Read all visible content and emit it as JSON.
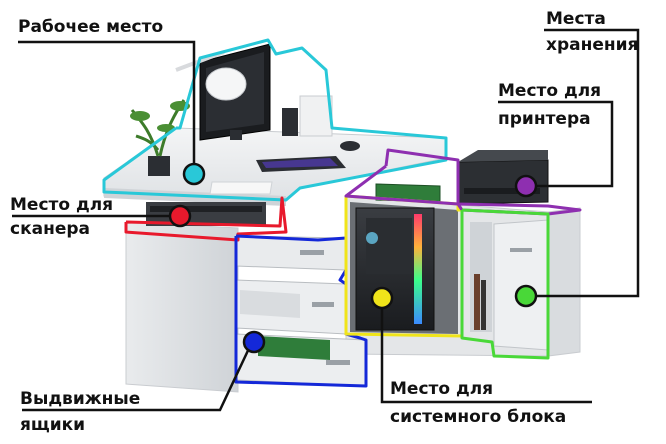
{
  "labels": {
    "workspace": "Рабочее место",
    "storage_1": "Места",
    "storage_2": "хранения",
    "printer_1": "Место для",
    "printer_2": "принтера",
    "scanner_1": "Место для",
    "scanner_2": "сканера",
    "drawers_1": "Выдвижные",
    "drawers_2": "ящики",
    "pc_1": "Место для",
    "pc_2": "системного блока"
  },
  "colors": {
    "workspace": "#29c8d8",
    "scanner": "#e8192c",
    "drawers": "#1428d8",
    "pc": "#f0e41a",
    "printer": "#8e2fb0",
    "storage": "#49d838",
    "leader": "#111111"
  }
}
